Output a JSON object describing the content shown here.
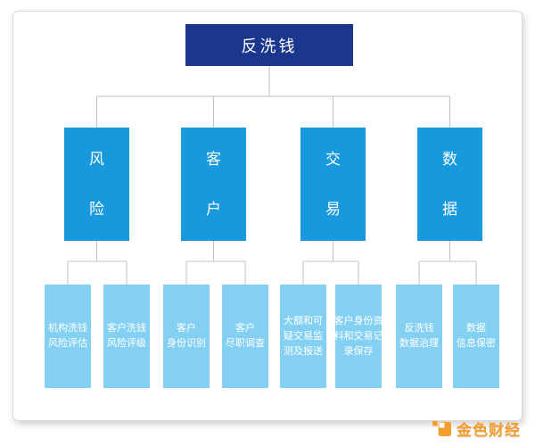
{
  "chart": {
    "root": {
      "label": "反洗钱"
    },
    "branches": [
      {
        "id": "risk",
        "label": "风\n险"
      },
      {
        "id": "customer",
        "label": "客\n户"
      },
      {
        "id": "transaction",
        "label": "交\n易"
      },
      {
        "id": "data",
        "label": "数\n据"
      }
    ],
    "leaves": [
      {
        "parent": "risk",
        "label": "机构洗钱\n风险评估"
      },
      {
        "parent": "risk",
        "label": "客户洗钱\n风险评级"
      },
      {
        "parent": "customer",
        "label": "客户\n身份识别"
      },
      {
        "parent": "customer",
        "label": "客户\n尽职调查"
      },
      {
        "parent": "transaction",
        "label": "大额和可\n疑交易监\n测及报送"
      },
      {
        "parent": "transaction",
        "label": "客户身份资\n料和交易记\n录保存"
      },
      {
        "parent": "data",
        "label": "反洗钱\n数据治理"
      },
      {
        "parent": "data",
        "label": "数据\n信息保密"
      }
    ]
  },
  "watermark": {
    "brand": "金色财经"
  },
  "colors": {
    "root-bg": "#1b378d",
    "branch-bg": "#1898dd",
    "leaf-bg": "#84d0f3",
    "line": "#bfc3c7",
    "brand": "#f59e2d"
  }
}
